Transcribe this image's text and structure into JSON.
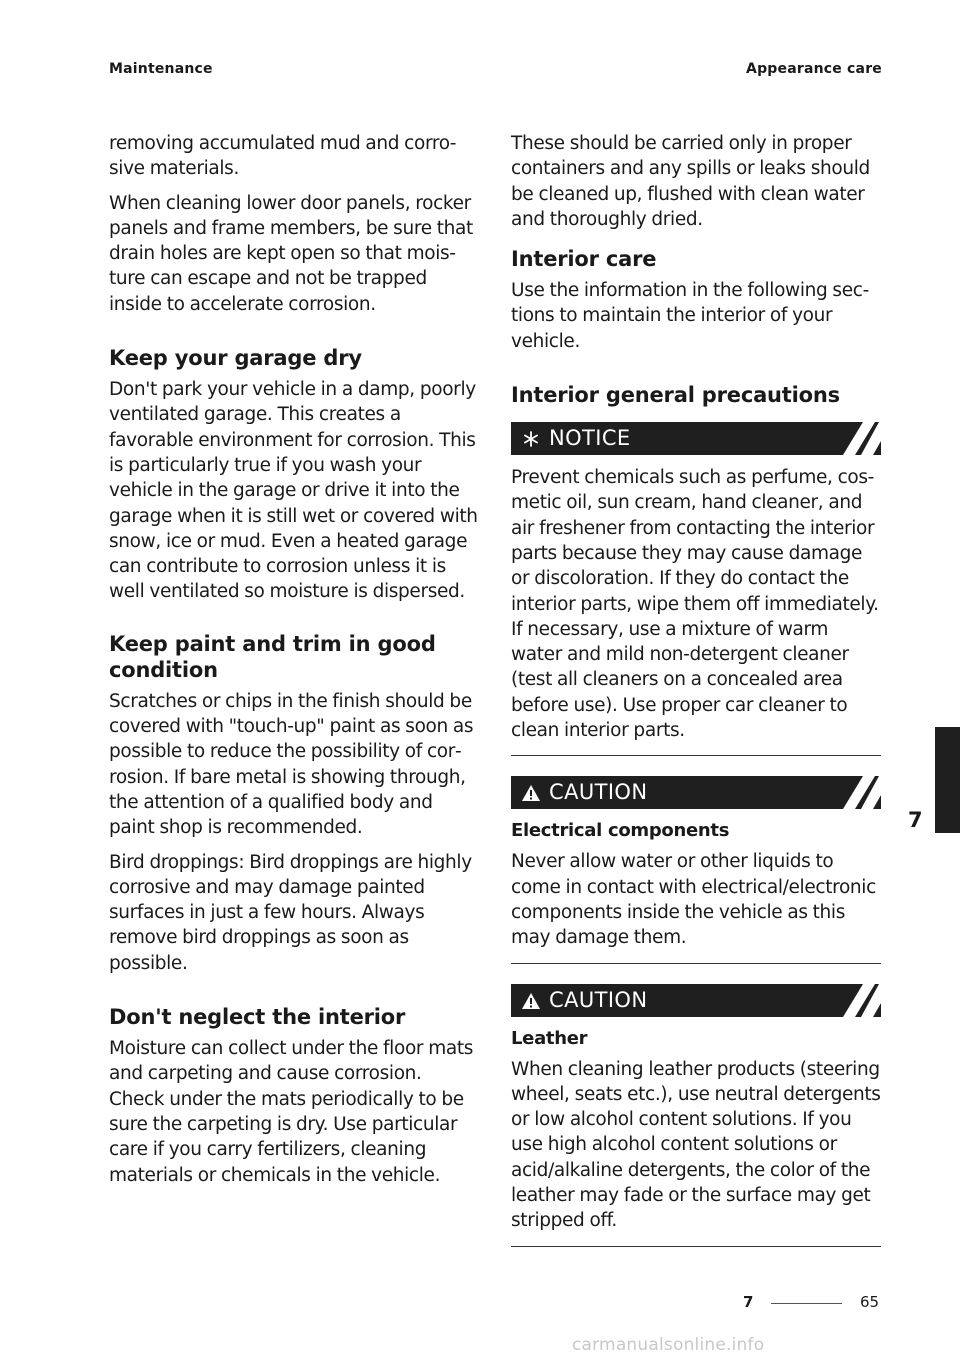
{
  "header": {
    "left": "Maintenance",
    "right": "Appearance care"
  },
  "left_column": {
    "p1": "removing accumulated mud and corro­sive materials.",
    "p2": "When cleaning lower door panels, rocker panels and frame members, be sure that drain holes are kept open so that mois­ture can escape and not be trapped inside to accelerate corrosion.",
    "h_garage": "Keep your garage dry",
    "p_garage": "Don't park your vehicle in a damp, poorly ventilated garage. This creates a favorable environment for corrosion. This is particularly true if you wash your vehicle in the garage or drive it into the garage when it is still wet or covered with snow, ice or mud. Even a heated garage can contribute to corrosion unless it is well ventilated so moisture is dispersed.",
    "h_paint": "Keep paint and trim in good con­dition",
    "p_paint1": "Scratches or chips in the finish should be covered with \"touch-up\" paint as soon as possible to reduce the possibility of cor­rosion. If bare metal is showing through, the attention of a qualified body and paint shop is recommended.",
    "p_paint2": "Bird droppings: Bird droppings are highly corrosive and may damage painted surfaces in just a few hours. Always remove bird droppings as soon as possible.",
    "h_interior": "Don't neglect the interior",
    "p_interior": "Moisture can collect under the floor mats and carpeting and cause corrosion. Check under the mats periodically to be sure the carpeting is dry. Use particular care if you carry fertilizers, cleaning materials or chemicals in the vehicle."
  },
  "right_column": {
    "p_cont": "These should be carried only in proper containers and any spills or leaks should be cleaned up, flushed with clean water and thoroughly dried.",
    "h_care": "Interior care",
    "p_care": "Use the information in the following sec­tions to maintain the interior of your vehicle.",
    "h_precautions": "Interior general precautions",
    "notice": {
      "icon": "snowflake-asterisk-icon",
      "title": "NOTICE",
      "text": "Prevent chemicals such as perfume, cos­metic oil, sun cream, hand cleaner, and air freshener from contacting the interior parts because they may cause damage or discoloration. If they do contact the interior parts, wipe them off immedi­ately. If necessary, use a mixture of warm water and mild non-detergent cleaner (test all cleaners on a concealed area before use). Use proper car cleaner to clean interior parts."
    },
    "caution1": {
      "icon": "warning-triangle-icon",
      "title": "CAUTION",
      "subtitle": "Electrical components",
      "text": "Never allow water or other liquids to come in contact with electrical/electronic components inside the vehicle as this may damage them."
    },
    "caution2": {
      "icon": "warning-triangle-icon",
      "title": "CAUTION",
      "subtitle": "Leather",
      "text": "When cleaning leather products (steer­ing wheel, seats etc.), use neutral deter­gents or low alcohol content solutions. If you use high alcohol content solutions or acid/alkaline detergents, the color of the leather may fade or the surface may get stripped off."
    }
  },
  "side_tab": {
    "chapter": "7"
  },
  "footer": {
    "chapter": "7",
    "page": "65"
  },
  "watermark": "carmanualsonline.info",
  "colors": {
    "bar": "#1f1f1f",
    "text": "#1a1a1a",
    "watermark": "#c8c8c8"
  }
}
